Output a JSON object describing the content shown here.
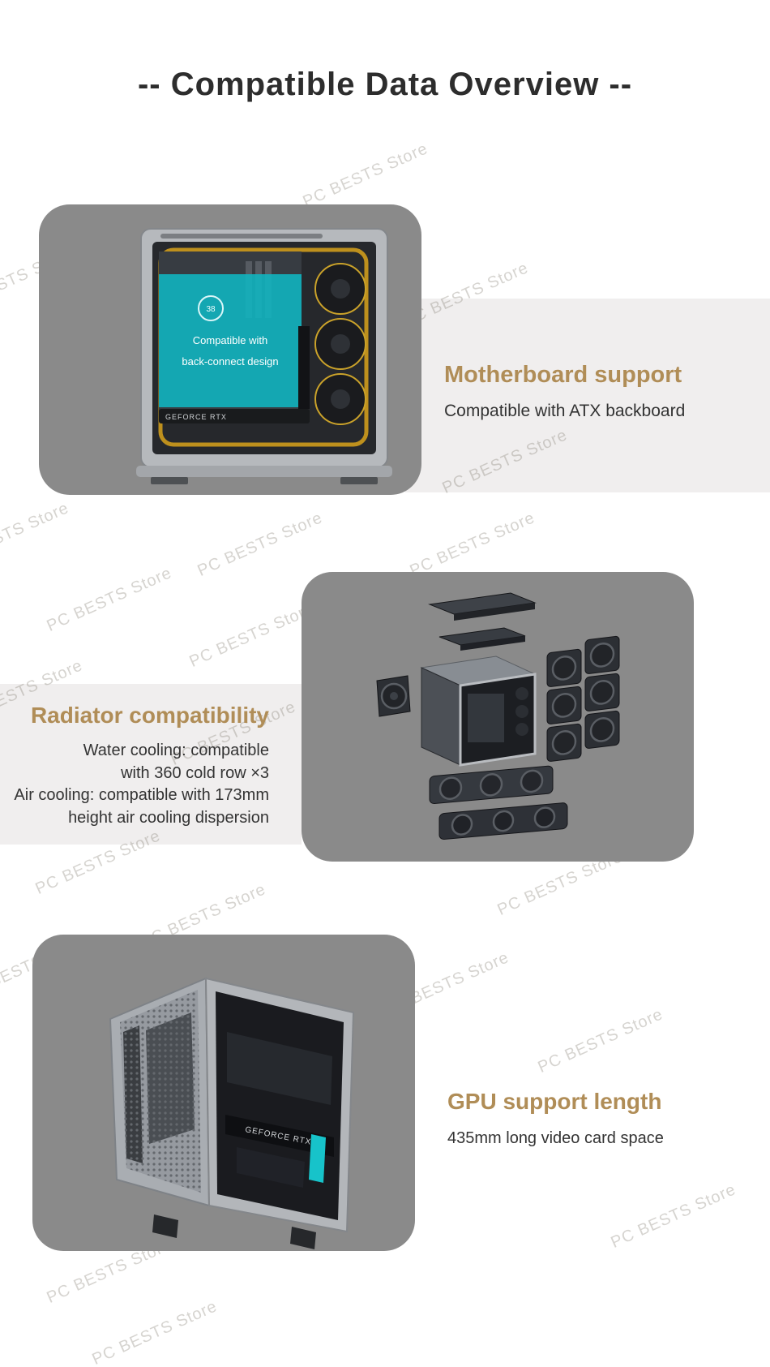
{
  "page": {
    "title": "-- Compatible Data Overview --",
    "watermark": "PC BESTS Store"
  },
  "sections": {
    "motherboard": {
      "heading": "Motherboard support",
      "body": "Compatible with ATX backboard",
      "overlay_line1": "Compatible with",
      "overlay_line2": "back-connect design",
      "gauge_value": "38",
      "gpu_label": "GEFORCE RTX"
    },
    "radiator": {
      "heading": "Radiator compatibility",
      "line1": "Water cooling: compatible",
      "line2": "with 360 cold row ×3",
      "line3": "Air cooling: compatible with 173mm",
      "line4": "height air cooling dispersion"
    },
    "gpu": {
      "heading": "GPU support length",
      "body": "435mm long video card space",
      "gpu_label": "GEFORCE RTX"
    }
  },
  "colors": {
    "heading_accent": "#b08d57",
    "body_text": "#333333",
    "panel_background": "#8a8a8a",
    "band_background": "#f0eeee",
    "teal_overlay": "#10b6c2",
    "rgb_loop_yellow": "#d9a21b"
  }
}
